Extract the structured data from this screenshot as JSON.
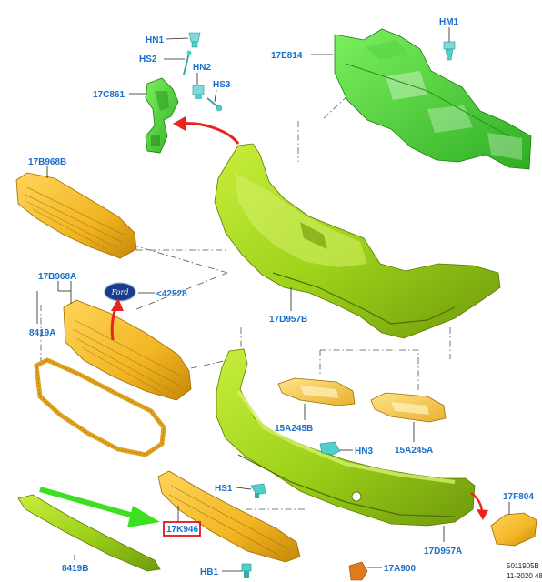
{
  "labels": {
    "HN1": "HN1",
    "HS2": "HS2",
    "HN2": "HN2",
    "HS3": "HS3",
    "C861": "17C861",
    "HM1": "HM1",
    "E814": "17E814",
    "B968B": "17B968B",
    "B968A": "17B968A",
    "P42528": "42528",
    "A8419": "8419A",
    "D957B": "17D957B",
    "A245B": "15A245B",
    "A245A": "15A245A",
    "HN3": "HN3",
    "HS1": "HS1",
    "K946": "17K946",
    "F804": "17F804",
    "B8419": "8419B",
    "D957A": "17D957A",
    "HB1": "HB1",
    "A900": "17A900"
  },
  "footer": {
    "ref_id": "5011905B",
    "ref_date": "11-2020 48"
  },
  "colors": {
    "label": "#1a6fc8",
    "green_part": "#9ed21a",
    "bright_green": "#42d62e",
    "yellow_part": "#f2b624",
    "teal_clip": "#4fd0cc",
    "red_arrow": "#e8241c",
    "green_arrow": "#3ce020",
    "highlight_box": "#e01818",
    "ford_oval": "#1b3c8a"
  }
}
